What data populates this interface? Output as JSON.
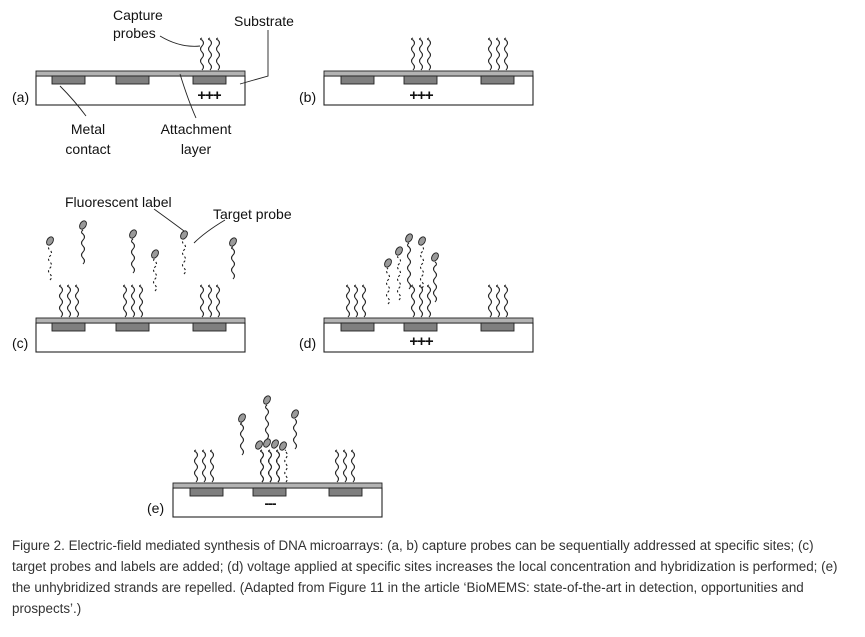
{
  "labels": {
    "capture_probes": [
      "Capture",
      "probes"
    ],
    "substrate": "Substrate",
    "metal_contact": [
      "Metal",
      "contact"
    ],
    "attachment_layer": [
      "Attachment",
      "layer"
    ],
    "fluorescent_label": "Fluorescent label",
    "target_probe": "Target probe"
  },
  "panels": {
    "a": "(a)",
    "b": "(b)",
    "c": "(c)",
    "d": "(d)",
    "e": "(e)"
  },
  "charges": {
    "positive": "+++",
    "negative": "---"
  },
  "caption": "Figure 2. Electric-field mediated synthesis of DNA microarrays: (a, b) capture probes can be sequentially addressed at specific sites; (c) target probes and labels are added; (d) voltage applied at specific sites increases the local concentration and hybridization is performed; (e) the unhybridized strands are repelled. (Adapted from Figure 11 in the article ‘BioMEMS: state-of-the-art in detection, opportunities and prospects’.)"
}
